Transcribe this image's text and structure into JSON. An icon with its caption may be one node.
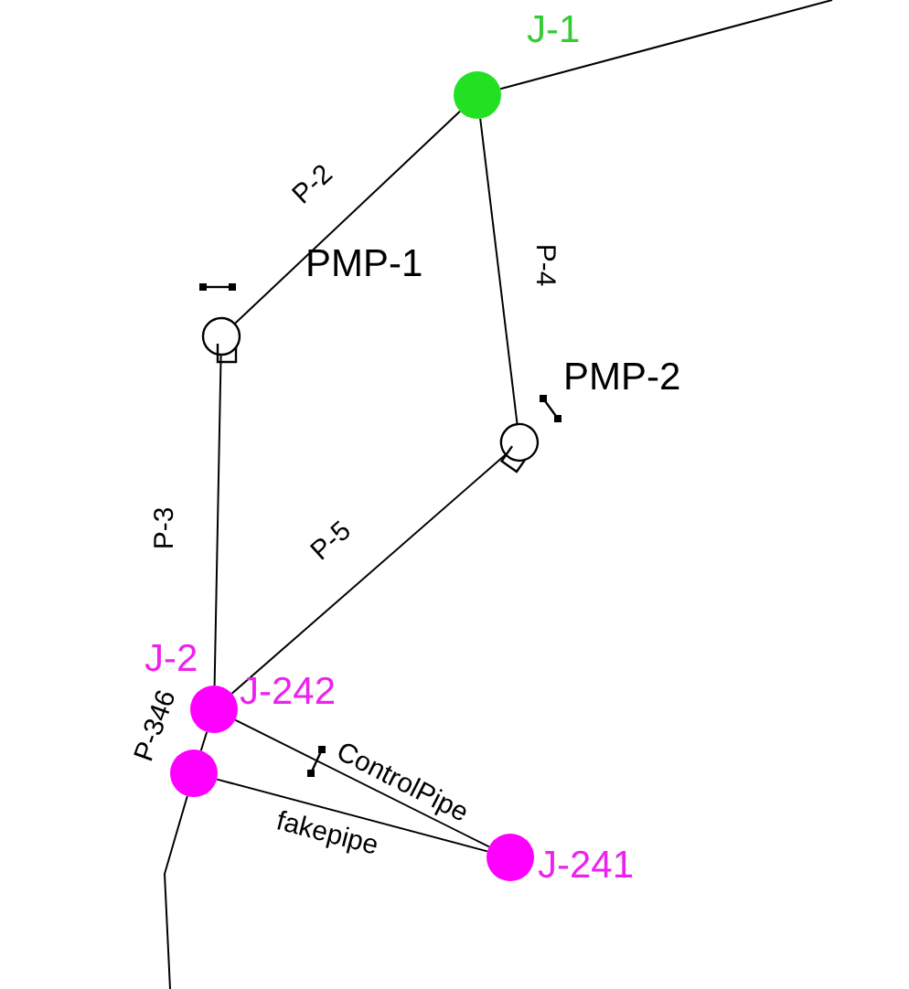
{
  "diagram": {
    "nodes": [
      {
        "text": [
          "J-1"
        ]
      },
      {
        "text": [
          "PMP-1"
        ]
      },
      {
        "text": [
          "PMP-2"
        ]
      },
      {
        "text": [
          "J-242"
        ]
      },
      {
        "text": [],
        "shape": "circle"
      },
      {
        "text": [
          "J-241"
        ]
      }
    ],
    "edges": [
      {
        "from": 0,
        "to": null,
        "arrow": "none"
      },
      {
        "from": 0,
        "to": 1,
        "arrow": "none",
        "label": "P-2"
      },
      {
        "from": 0,
        "to": 2,
        "arrow": "none",
        "label": "P-4"
      },
      {
        "from": 1,
        "to": 3,
        "arrow": "none",
        "label": "P-3"
      },
      {
        "from": 2,
        "to": 3,
        "arrow": "none",
        "label": "P-5"
      },
      {
        "from": 3,
        "to": 4,
        "arrow": "none",
        "label": "P-346"
      },
      {
        "from": 3,
        "to": 5,
        "arrow": "none",
        "label": "ControlPipe"
      },
      {
        "from": 4,
        "to": 5,
        "arrow": "none",
        "label": "fakepipe"
      },
      {
        "from": 4,
        "to": null,
        "arrow": "none"
      }
    ],
    "labels": [
      "J-2"
    ]
  }
}
